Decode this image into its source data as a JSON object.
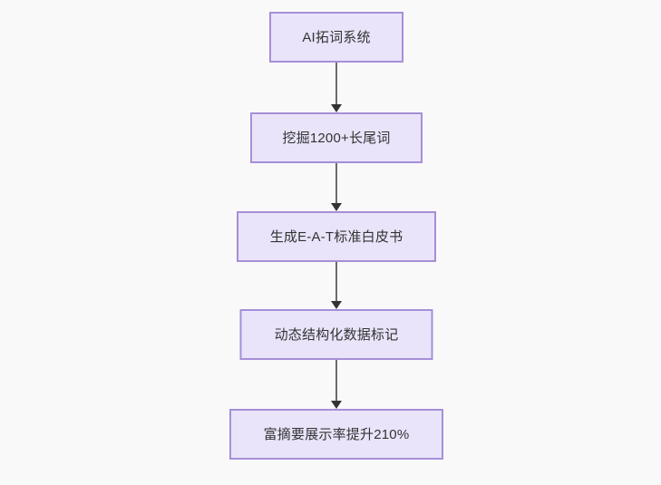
{
  "diagram": {
    "type": "flowchart",
    "orientation": "top-to-bottom",
    "background_color": "#f9f9f9",
    "node_fill_color": "#e9e4fa",
    "node_border_color": "#a68fd8",
    "node_text_color": "#333333",
    "edge_color": "#6b6b6b",
    "arrowhead_color": "#333333",
    "nodes": [
      {
        "id": "n1",
        "label": "AI拓词系统"
      },
      {
        "id": "n2",
        "label": "挖掘1200+长尾词"
      },
      {
        "id": "n3",
        "label": "生成E-A-T标准白皮书"
      },
      {
        "id": "n4",
        "label": "动态结构化数据标记"
      },
      {
        "id": "n5",
        "label": "富摘要展示率提升210%"
      }
    ],
    "edges": [
      {
        "id": "e1",
        "from": "n1",
        "to": "n2",
        "label": ""
      },
      {
        "id": "e2",
        "from": "n2",
        "to": "n3",
        "label": ""
      },
      {
        "id": "e3",
        "from": "n3",
        "to": "n4",
        "label": ""
      },
      {
        "id": "e4",
        "from": "n4",
        "to": "n5",
        "label": ""
      }
    ]
  }
}
